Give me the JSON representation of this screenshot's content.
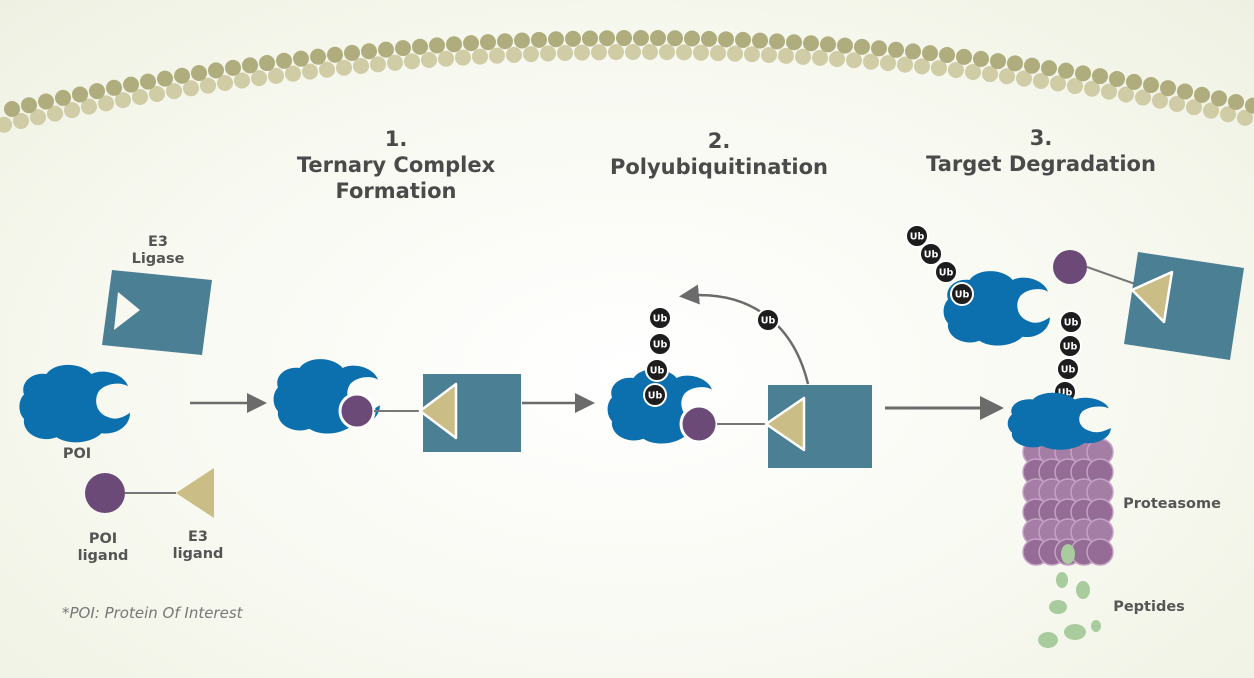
{
  "steps": [
    {
      "number": "1.",
      "title_line1": "Ternary Complex",
      "title_line2": "Formation"
    },
    {
      "number": "2.",
      "title_line1": "Polyubiquitination"
    },
    {
      "number": "3.",
      "title_line1": "Target Degradation"
    }
  ],
  "labels": {
    "e3_ligase_line1": "E3",
    "e3_ligase_line2": "Ligase",
    "poi": "POI",
    "poi_ligand_line1": "POI",
    "poi_ligand_line2": "ligand",
    "e3_ligand_line1": "E3",
    "e3_ligand_line2": "ligand",
    "proteasome": "Proteasome",
    "peptides": "Peptides",
    "ubiquitin": "Ub"
  },
  "footnote": "*POI: Protein Of Interest",
  "colors": {
    "poi_blue": "#0b70ad",
    "e3_teal": "#4a7f94",
    "ligand_purple": "#6b4a78",
    "e3_ligand_tan": "#cbbd86",
    "ubiquitin_black": "#1d1d1d",
    "proteasome_mauve": "#a57ea6",
    "peptide_green": "#a9cc9f",
    "membrane_olive": "#b3b184",
    "arrow_gray": "#6b6b6b"
  }
}
